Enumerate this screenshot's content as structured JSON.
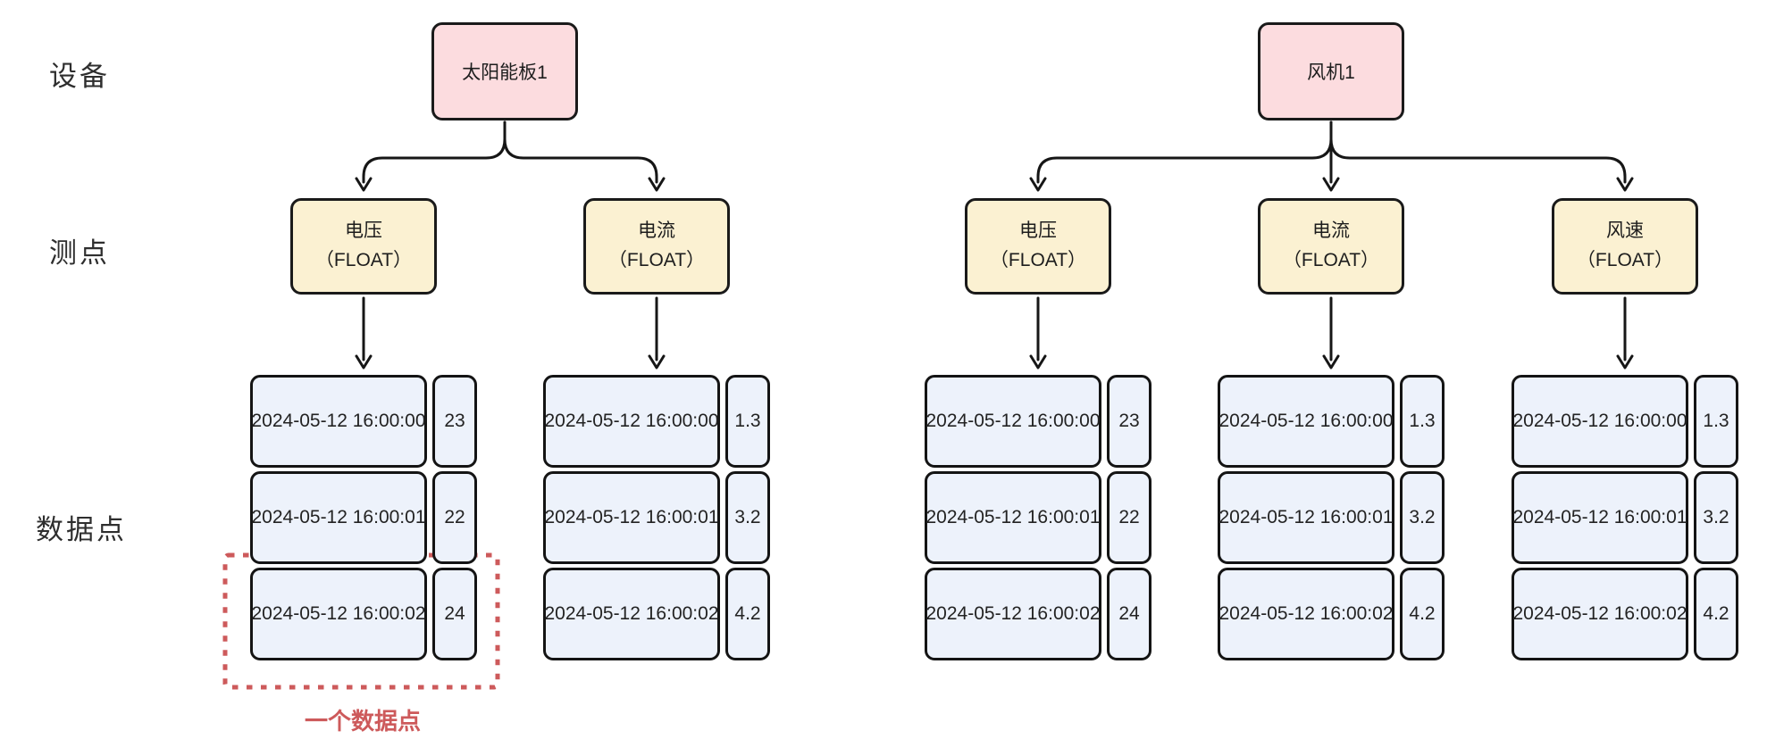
{
  "row_labels": {
    "device": "设备",
    "measure": "测点",
    "datapoint": "数据点"
  },
  "devices": [
    {
      "label": "太阳能板1"
    },
    {
      "label": "风机1"
    }
  ],
  "measures": [
    {
      "name": "电压",
      "type": "（FLOAT）"
    },
    {
      "name": "电流",
      "type": "（FLOAT）"
    },
    {
      "name": "电压",
      "type": "（FLOAT）"
    },
    {
      "name": "电流",
      "type": "（FLOAT）"
    },
    {
      "name": "风速",
      "type": "（FLOAT）"
    }
  ],
  "columns": [
    {
      "rows": [
        {
          "time": "2024-05-12 16:00:00",
          "value": "23"
        },
        {
          "time": "2024-05-12 16:00:01",
          "value": "22"
        },
        {
          "time": "2024-05-12 16:00:02",
          "value": "24"
        }
      ]
    },
    {
      "rows": [
        {
          "time": "2024-05-12 16:00:00",
          "value": "1.3"
        },
        {
          "time": "2024-05-12 16:00:01",
          "value": "3.2"
        },
        {
          "time": "2024-05-12 16:00:02",
          "value": "4.2"
        }
      ]
    },
    {
      "rows": [
        {
          "time": "2024-05-12 16:00:00",
          "value": "23"
        },
        {
          "time": "2024-05-12 16:00:01",
          "value": "22"
        },
        {
          "time": "2024-05-12 16:00:02",
          "value": "24"
        }
      ]
    },
    {
      "rows": [
        {
          "time": "2024-05-12 16:00:00",
          "value": "1.3"
        },
        {
          "time": "2024-05-12 16:00:01",
          "value": "3.2"
        },
        {
          "time": "2024-05-12 16:00:02",
          "value": "4.2"
        }
      ]
    },
    {
      "rows": [
        {
          "time": "2024-05-12 16:00:00",
          "value": "1.3"
        },
        {
          "time": "2024-05-12 16:00:01",
          "value": "3.2"
        },
        {
          "time": "2024-05-12 16:00:02",
          "value": "4.2"
        }
      ]
    }
  ],
  "annotation": {
    "label": "一个数据点"
  },
  "colors": {
    "device_fill": "#fcdcdf",
    "measure_fill": "#fbf1d2",
    "data_fill": "#edf2fb",
    "stroke": "#1a1a1a",
    "annotation_red": "#cd5a5b",
    "label_text": "#2e2e2e",
    "background": "#ffffff"
  }
}
